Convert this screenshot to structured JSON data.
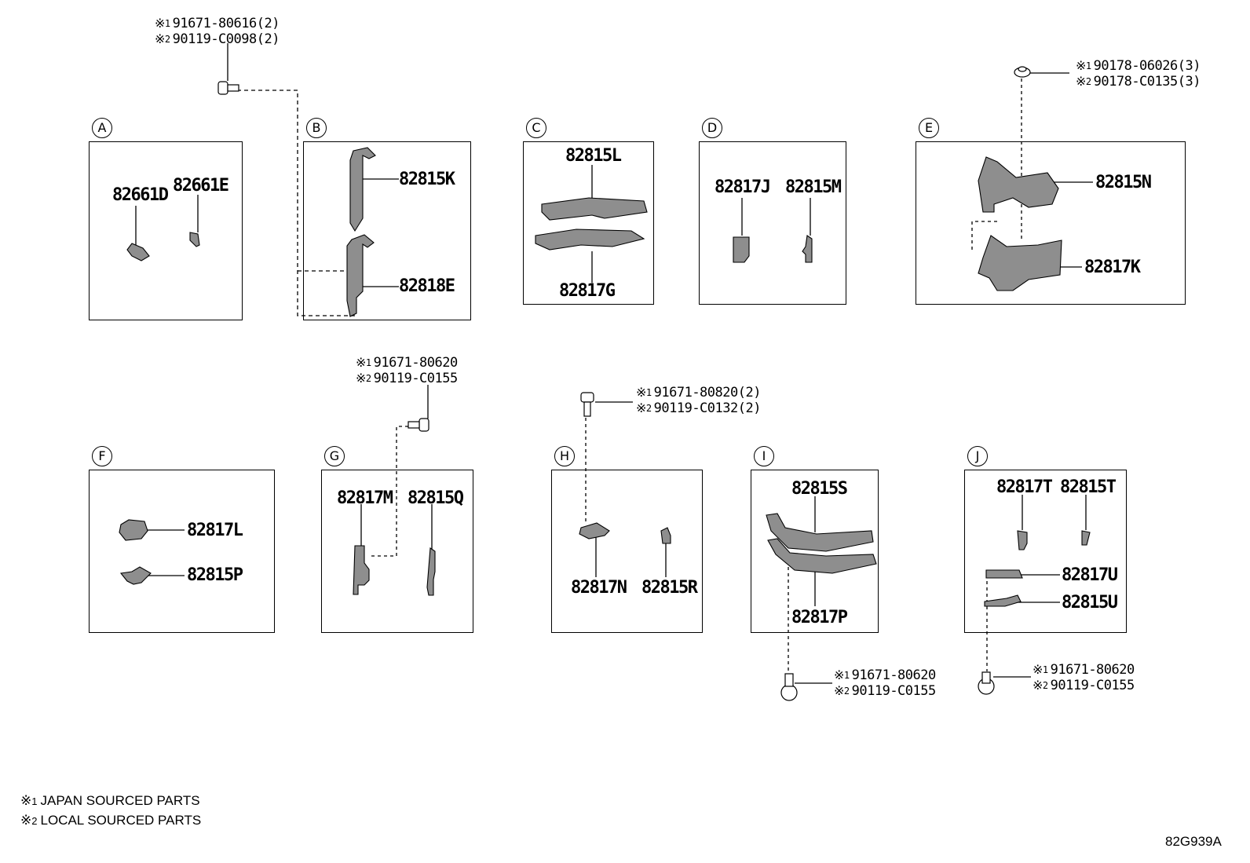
{
  "diagram_code": "82G939A",
  "legend": [
    {
      "mark": "※",
      "num": "1",
      "text": "JAPAN SOURCED PARTS"
    },
    {
      "mark": "※",
      "num": "2",
      "text": "LOCAL SOURCED PARTS"
    }
  ],
  "groups": {
    "A": {
      "letter": "A",
      "parts": [
        "82661D",
        "82661E"
      ]
    },
    "B": {
      "letter": "B",
      "parts": [
        "82815K",
        "82818E"
      ]
    },
    "C": {
      "letter": "C",
      "parts": [
        "82815L",
        "82817G"
      ]
    },
    "D": {
      "letter": "D",
      "parts": [
        "82817J",
        "82815M"
      ]
    },
    "E": {
      "letter": "E",
      "parts": [
        "82815N",
        "82817K"
      ]
    },
    "F": {
      "letter": "F",
      "parts": [
        "82817L",
        "82815P"
      ]
    },
    "G": {
      "letter": "G",
      "parts": [
        "82817M",
        "82815Q"
      ]
    },
    "H": {
      "letter": "H",
      "parts": [
        "82817N",
        "82815R"
      ]
    },
    "I": {
      "letter": "I",
      "parts": [
        "82815S",
        "82817P"
      ]
    },
    "J": {
      "letter": "J",
      "parts": [
        "82817T",
        "82815T",
        "82817U",
        "82815U"
      ]
    }
  },
  "fasteners": {
    "b": [
      {
        "mark": "※",
        "num": "1",
        "part": "91671-80616(2)"
      },
      {
        "mark": "※",
        "num": "2",
        "part": "90119-C0098(2)"
      }
    ],
    "e": [
      {
        "mark": "※",
        "num": "1",
        "part": "90178-06026(3)"
      },
      {
        "mark": "※",
        "num": "2",
        "part": "90178-C0135(3)"
      }
    ],
    "g": [
      {
        "mark": "※",
        "num": "1",
        "part": "91671-80620"
      },
      {
        "mark": "※",
        "num": "2",
        "part": "90119-C0155"
      }
    ],
    "h": [
      {
        "mark": "※",
        "num": "1",
        "part": "91671-80820(2)"
      },
      {
        "mark": "※",
        "num": "2",
        "part": "90119-C0132(2)"
      }
    ],
    "i": [
      {
        "mark": "※",
        "num": "1",
        "part": "91671-80620"
      },
      {
        "mark": "※",
        "num": "2",
        "part": "90119-C0155"
      }
    ],
    "j": [
      {
        "mark": "※",
        "num": "1",
        "part": "91671-80620"
      },
      {
        "mark": "※",
        "num": "2",
        "part": "90119-C0155"
      }
    ]
  }
}
